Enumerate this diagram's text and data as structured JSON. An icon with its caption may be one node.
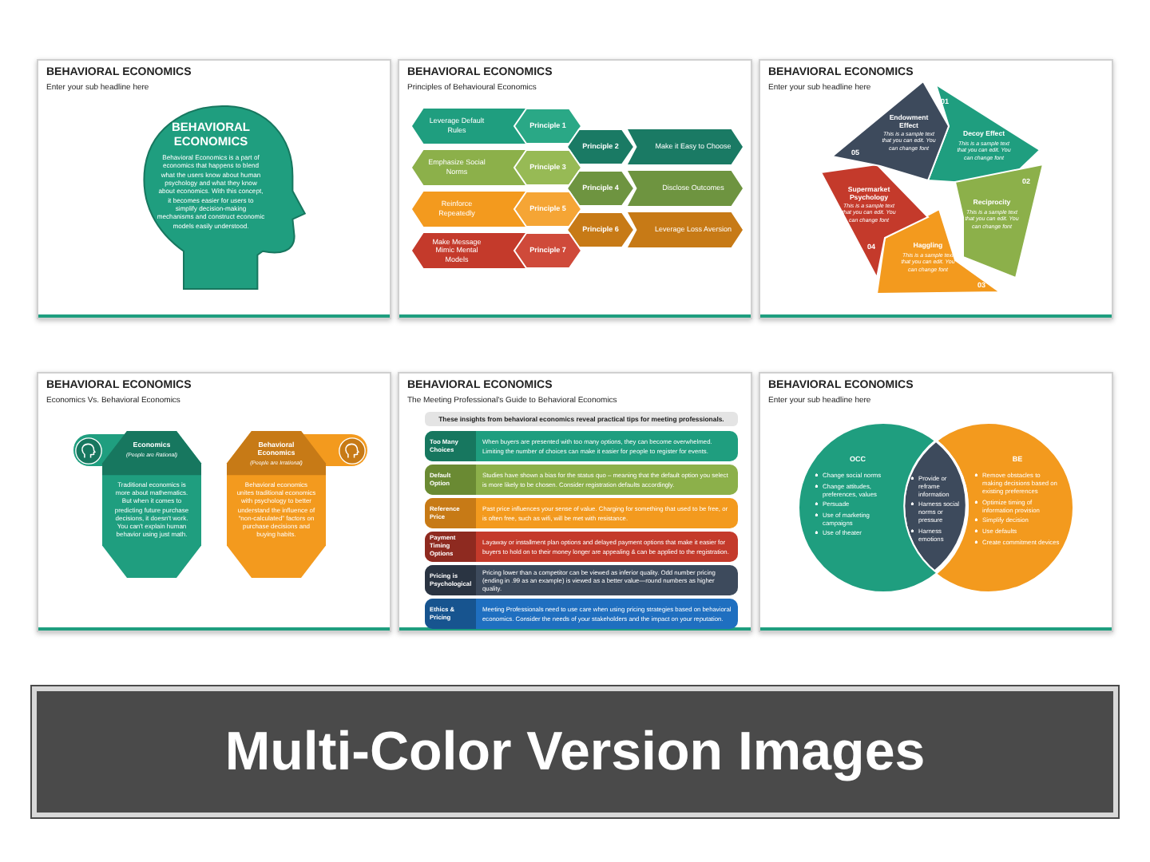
{
  "diagram": {
    "nodes": [
      {
        "text": [
          "BEHAVIORAL ECONOMICS",
          "Enter your sub headline here"
        ]
      },
      {
        "text": [
          "BEHAVIORAL ECONOMICS",
          "Behavioral Economics is a part of economics that happens to blend what the users know about human psychology and what they know about economics. With this concept, it becomes easier for users to simplify decision-making mechanisms and construct economic models easily understood."
        ],
        "in": 0
      },
      {
        "text": [
          "BEHAVIORAL ECONOMICS",
          "Principles of Behavioural Economics"
        ]
      },
      {
        "text": [
          "Leverage Default Rules"
        ],
        "in": 2
      },
      {
        "text": [
          "Principle 1"
        ],
        "in": 2
      },
      {
        "text": [
          "Principle 2"
        ],
        "in": 2
      },
      {
        "text": [
          "Make it Easy to Choose"
        ],
        "in": 2
      },
      {
        "text": [
          "Emphasize Social Norms"
        ],
        "in": 2
      },
      {
        "text": [
          "Principle 3"
        ],
        "in": 2
      },
      {
        "text": [
          "Principle 4"
        ],
        "in": 2
      },
      {
        "text": [
          "Disclose Outcomes"
        ],
        "in": 2
      },
      {
        "text": [
          "Reinforce Repeatedly"
        ],
        "in": 2
      },
      {
        "text": [
          "Principle 5"
        ],
        "in": 2
      },
      {
        "text": [
          "Principle 6"
        ],
        "in": 2
      },
      {
        "text": [
          "Leverage Loss Aversion"
        ],
        "in": 2
      },
      {
        "text": [
          "Make Message Mimic Mental Models"
        ],
        "in": 2
      },
      {
        "text": [
          "Principle 7"
        ],
        "in": 2
      },
      {
        "text": [
          "BEHAVIORAL ECONOMICS",
          "Enter your sub headline here"
        ]
      },
      {
        "text": [
          "01",
          "Decoy Effect",
          "This is a sample text that you can edit. You can change font"
        ],
        "in": 17
      },
      {
        "text": [
          "02",
          "Reciprocity",
          "This is a sample text that you can edit. You can change font"
        ],
        "in": 17
      },
      {
        "text": [
          "Haggling",
          "This is a sample text that you can edit. You can change font",
          "03"
        ],
        "in": 17
      },
      {
        "text": [
          "Supermarket Psychology",
          "This is a sample text that you can edit. You can change font",
          "04"
        ],
        "in": 17
      },
      {
        "text": [
          "Endowment Effect",
          "This is a sample text that you can edit. You can change font",
          "05"
        ],
        "in": 17
      },
      {
        "text": [
          "BEHAVIORAL ECONOMICS",
          "Economics Vs. Behavioral Economics"
        ]
      },
      {
        "text": [
          "Economics",
          "(People are Rational)",
          "Traditional economics is more about mathematics. But when it comes to predicting future purchase decisions, it doesn't work. You can't explain human behavior using just math."
        ],
        "in": 23
      },
      {
        "text": [
          "Behavioral Economics",
          "(People are Irrational)",
          "Behavioral economics unites traditional economics with psychology to better understand the influence of “non-calculated” factors on purchase decisions and buying habits."
        ],
        "in": 23
      },
      {
        "text": [
          "BEHAVIORAL ECONOMICS",
          "The Meeting Professional's Guide to Behavioral Economics"
        ]
      },
      {
        "text": [
          "These insights from behavioral economics reveal practical tips for meeting professionals."
        ],
        "in": 26
      },
      {
        "text": [
          "Too Many Choices",
          "When buyers are presented with too many options, they can become overwhelmed. Limiting the number of choices can make it easier for people to register for events."
        ],
        "in": 26
      },
      {
        "text": [
          "Default Option",
          "Studies have shown a bias for the status quo – meaning that the default option you select is more likely to be chosen. Consider registration defaults accordingly."
        ],
        "in": 26
      },
      {
        "text": [
          "Reference Price",
          "Past price influences your sense of value. Charging for something that used to be free, or is often free, such as wifi, will be met with resistance."
        ],
        "in": 26
      },
      {
        "text": [
          "Payment Timing Options",
          "Layaway or installment plan options and delayed payment options that make it easier for buyers to hold on to their money longer are appealing & can be applied to the registration."
        ],
        "in": 26
      },
      {
        "text": [
          "Pricing is Psychological",
          "Pricing lower than a competitor can be viewed as inferior quality. Odd number pricing (ending in .99 as an example) is viewed as a better value—round numbers as higher quality."
        ],
        "in": 26
      },
      {
        "text": [
          "Ethics & Pricing",
          "Meeting Professionals need to use care when using pricing strategies based on behavioral economics. Consider the needs of your stakeholders and the impact on your reputation."
        ],
        "in": 26
      },
      {
        "text": [
          "BEHAVIORAL ECONOMICS",
          "Enter your sub headline here"
        ]
      },
      {
        "text": [
          "OCC",
          "Change social norms",
          "Change attitudes, preferences, values",
          "Persuade",
          "Use of marketing campaigns",
          "Use of theater"
        ],
        "in": 34
      },
      {
        "text": [
          "Provide or reframe information",
          "Harness social norms or pressure",
          "Harness emotions"
        ]
      },
      {
        "text": [
          "BE",
          "Remove obstacles to making decisions based on existing preferences",
          "Optimize timing of information provision",
          "Simplify decision",
          "Use defaults",
          "Create commitment devices"
        ],
        "in": 34
      },
      {
        "text": [
          "Multi-Color Version Images"
        ]
      }
    ]
  }
}
